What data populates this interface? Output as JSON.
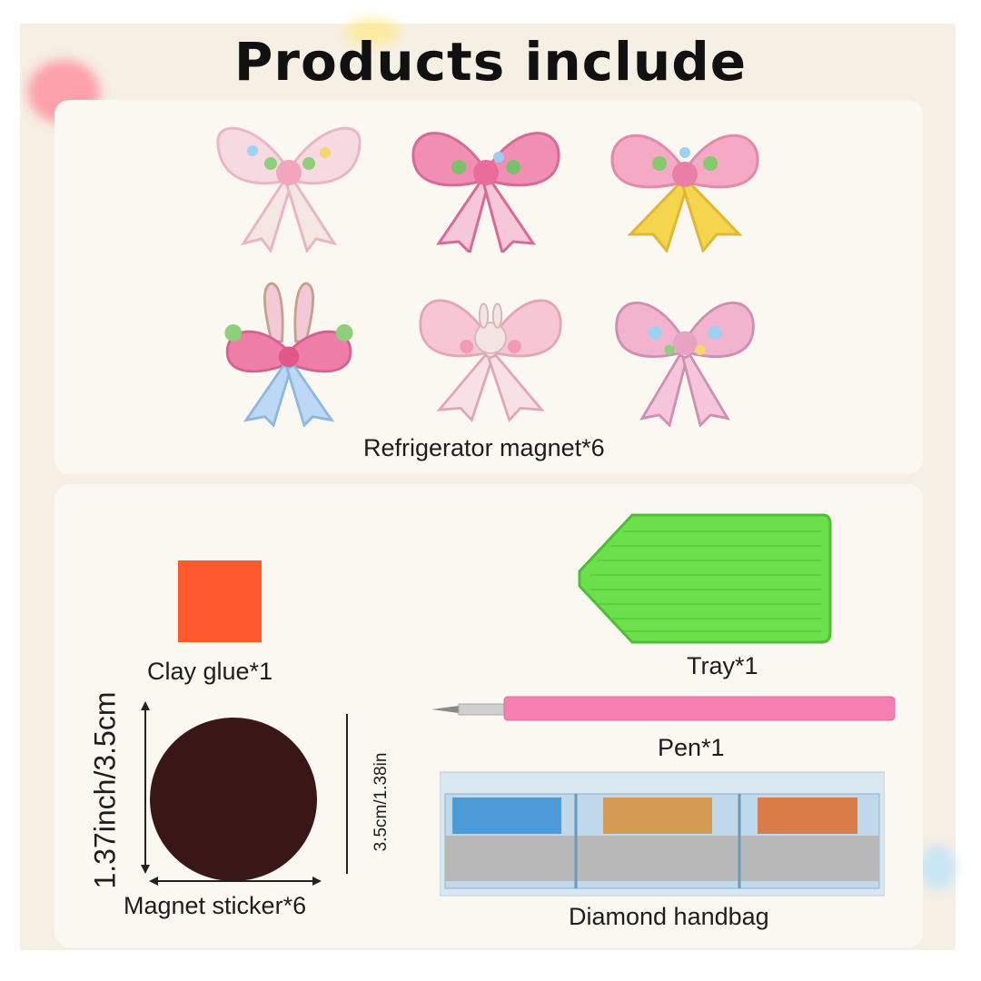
{
  "header": {
    "title": "Products include"
  },
  "top_panel": {
    "magnets_label": "Refrigerator magnet*6",
    "bows": [
      {
        "name": "bow-easter-eggs-pink"
      },
      {
        "name": "bow-striped-pink-floral"
      },
      {
        "name": "bow-yellow-pink-plaid"
      },
      {
        "name": "bow-bunny-ears"
      },
      {
        "name": "bow-bunny-center"
      },
      {
        "name": "bow-lavender-plaid"
      }
    ]
  },
  "bottom_panel": {
    "clay_glue_label": "Clay glue*1",
    "tray_label": "Tray*1",
    "pen_label": "Pen*1",
    "magnet_sticker_label": "Magnet sticker*6",
    "diamond_handbag_label": "Diamond handbag",
    "dimension_vertical_left": "1.37inch/3.5cm",
    "dimension_vertical_right": "3.5cm/1.38in"
  },
  "colors": {
    "sheet_bg": "#f6efe3",
    "panel_bg": "#fbf8f2",
    "clay_glue": "#ff5a2e",
    "tray_green": "#6be04c",
    "pen_pink": "#f47fb0",
    "magnet_disc": "#3a1716"
  }
}
